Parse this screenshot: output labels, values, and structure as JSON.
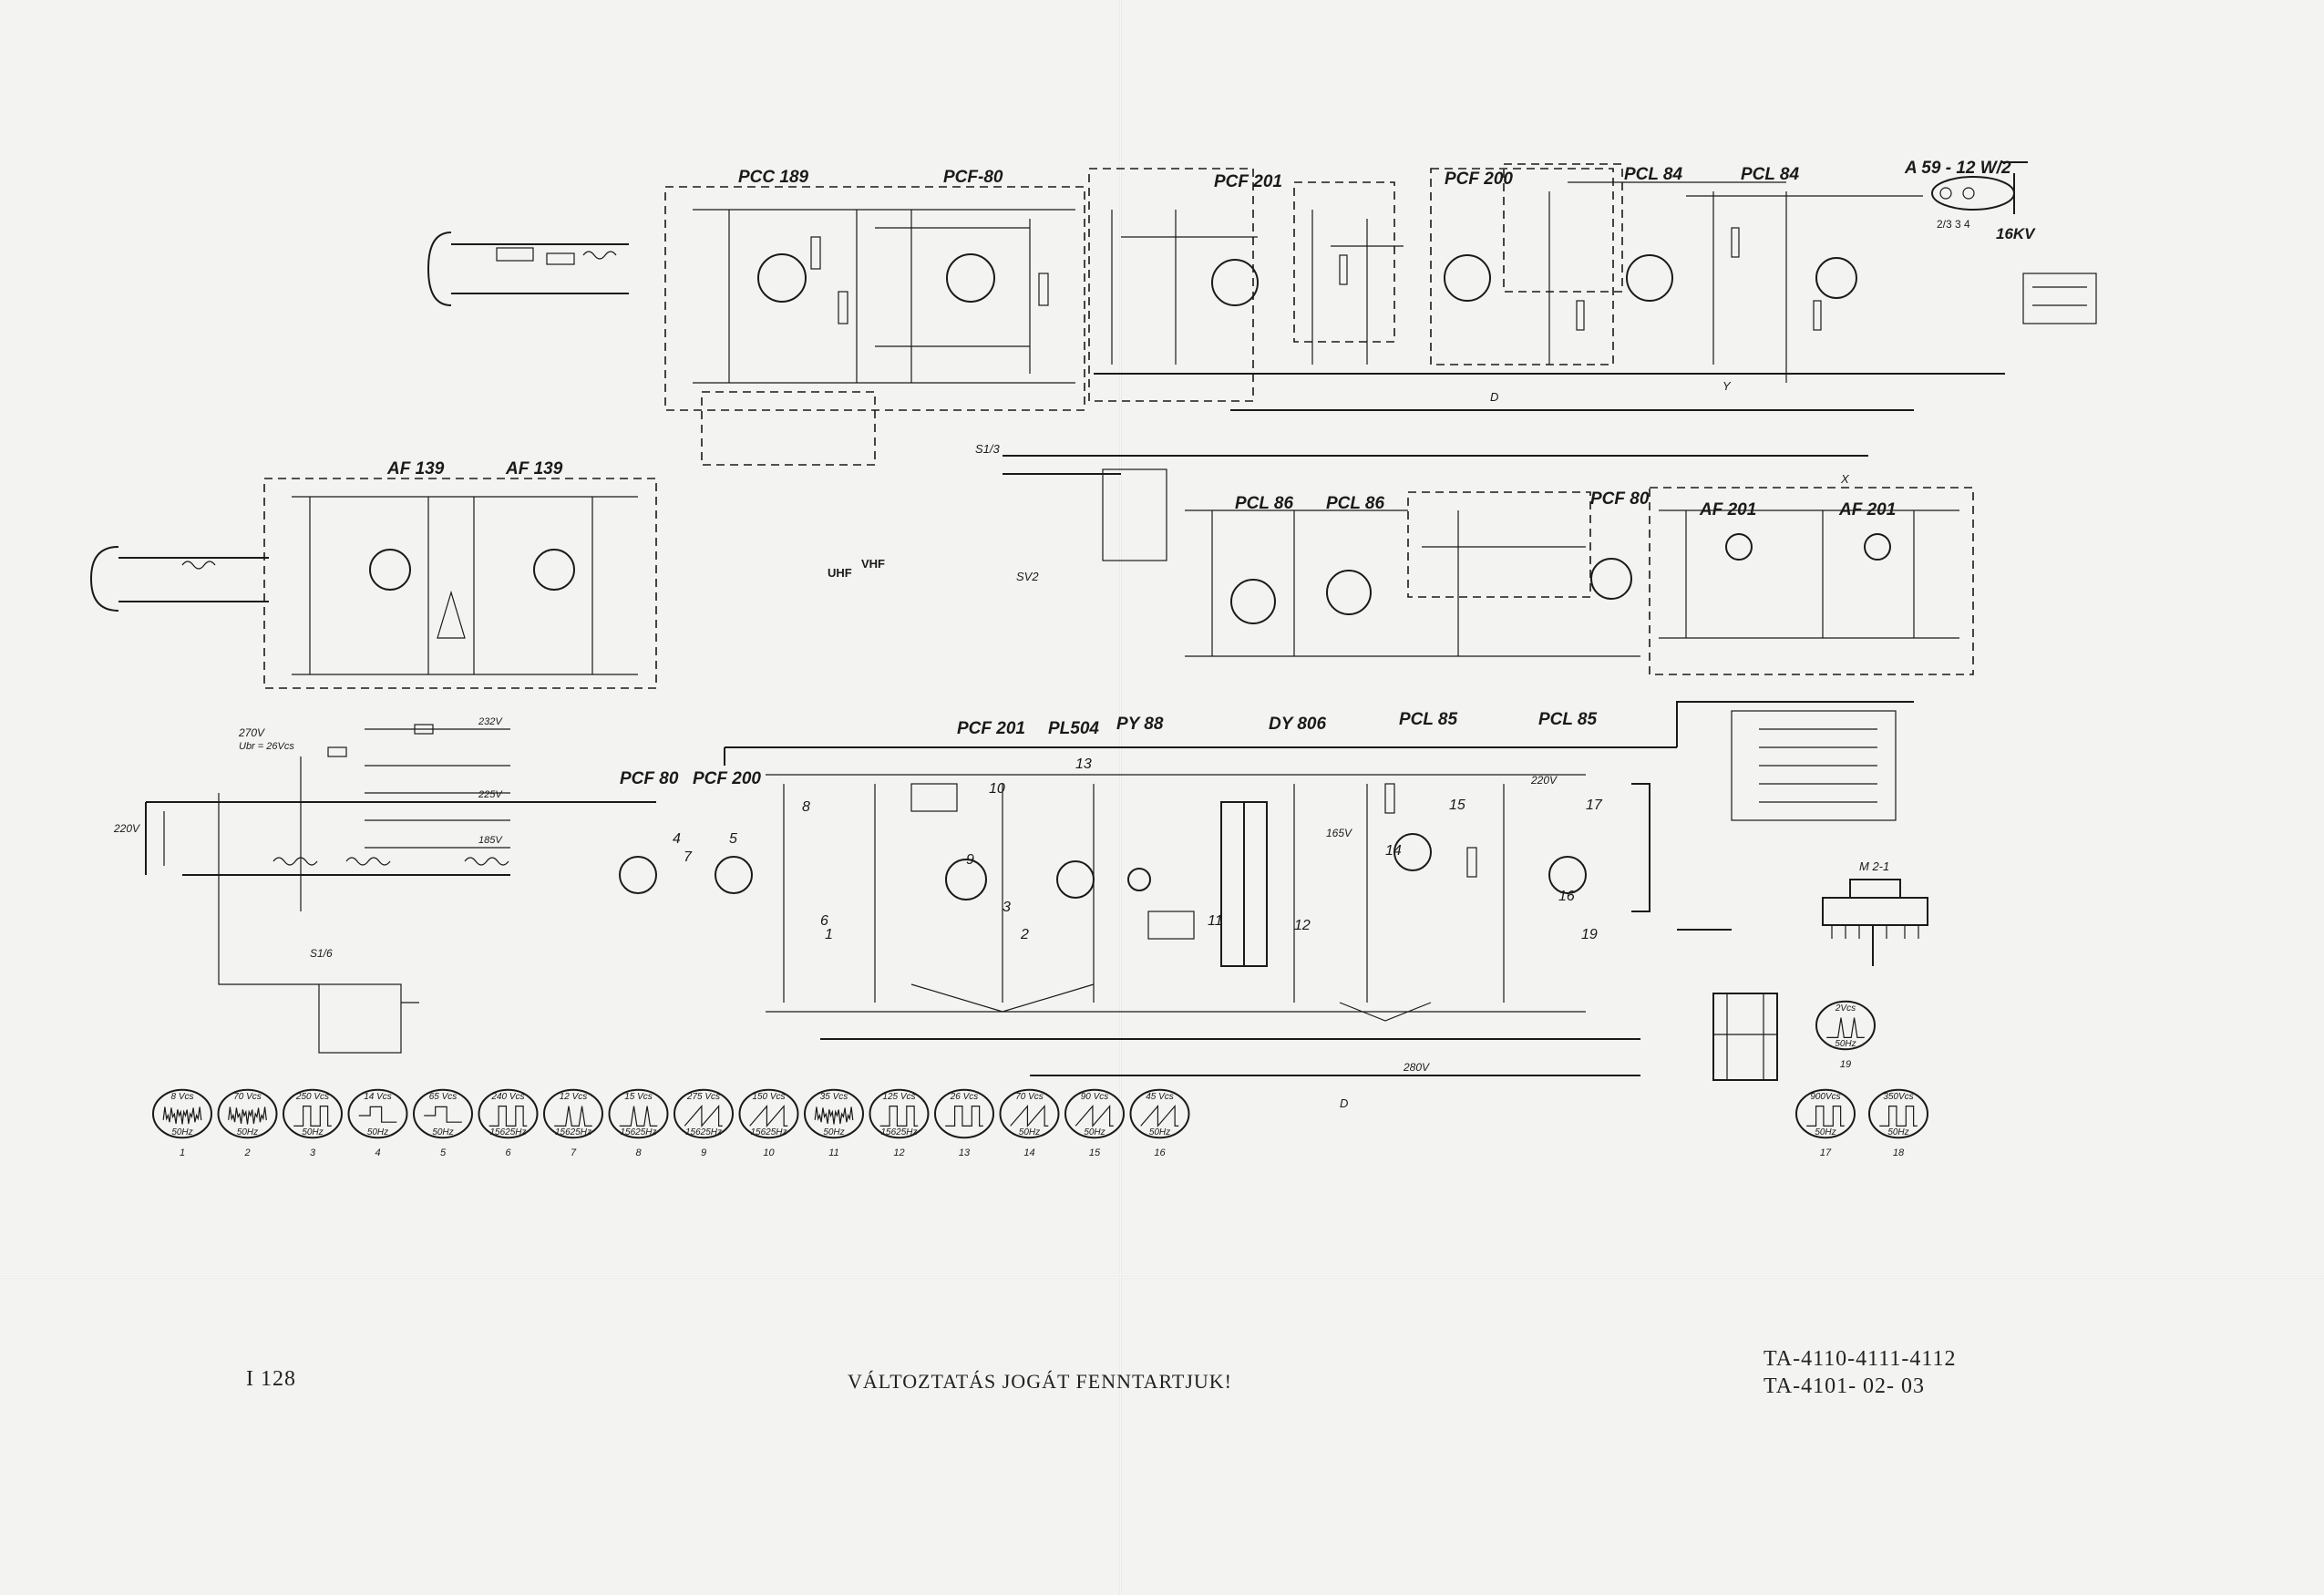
{
  "tubes": {
    "pcc189": "PCC 189",
    "pcf80_tuner": "PCF-80",
    "pcf201_if": "PCF 201",
    "pcf200_video": "PCF 200",
    "pcl84_video": "PCL 84",
    "pcl84_out": "PCL 84",
    "crt": "A 59 - 12 W/2",
    "af139_a": "AF 139",
    "af139_b": "AF 139",
    "pcl86_a": "PCL 86",
    "pcl86_b": "PCL 86",
    "pcf80_sound": "PCF 80",
    "af201_a": "AF 201",
    "af201_b": "AF 201",
    "pcf80_sync": "PCF 80",
    "pcf200_sync": "PCF 200",
    "pcf201_def": "PCF 201",
    "pl504": "PL504",
    "py88": "PY 88",
    "dy806": "DY 806",
    "pcl85_a": "PCL 85",
    "pcl85_b": "PCL 85"
  },
  "labels": {
    "hv": "16KV",
    "uhf": "UHF",
    "vhf": "VHF",
    "m21": "M 2-1",
    "crt_pins": "2/3  3  4",
    "supply_220": "220V",
    "supply_270": "270V",
    "ubr26": "Ubr = 26Vcs",
    "v232": "232V",
    "v225": "225V",
    "v185": "185V",
    "v220_right": "220V",
    "v165": "165V",
    "v280": "280V",
    "d1": "D",
    "d2": "D",
    "x": "X",
    "y": "Y",
    "sv2": "SV2",
    "s13": "S1/3",
    "s16": "S1/6"
  },
  "stage_numbers": [
    "1",
    "2",
    "3",
    "4",
    "5",
    "6",
    "7",
    "8",
    "9",
    "10",
    "11",
    "12",
    "13",
    "14",
    "15",
    "16",
    "17",
    "19"
  ],
  "waveforms": [
    {
      "n": "1",
      "amp": "8 Vcs",
      "freq": "50Hz",
      "shape": "noise"
    },
    {
      "n": "2",
      "amp": "70 Vcs",
      "freq": "50Hz",
      "shape": "noise"
    },
    {
      "n": "3",
      "amp": "250 Vcs",
      "freq": "50Hz",
      "shape": "pulse"
    },
    {
      "n": "4",
      "amp": "14 Vcs",
      "freq": "50Hz",
      "shape": "step"
    },
    {
      "n": "5",
      "amp": "65 Vcs",
      "freq": "50Hz",
      "shape": "step"
    },
    {
      "n": "6",
      "amp": "240 Vcs",
      "freq": "15625Hz",
      "shape": "pulse"
    },
    {
      "n": "7",
      "amp": "12 Vcs",
      "freq": "15625Hz",
      "shape": "spike"
    },
    {
      "n": "8",
      "amp": "15 Vcs",
      "freq": "15625Hz",
      "shape": "spike"
    },
    {
      "n": "9",
      "amp": "275 Vcs",
      "freq": "15625Hz",
      "shape": "saw"
    },
    {
      "n": "10",
      "amp": "150 Vcs",
      "freq": "15625Hz",
      "shape": "saw"
    },
    {
      "n": "11",
      "amp": "35 Vcs",
      "freq": "50Hz",
      "shape": "noise"
    },
    {
      "n": "12",
      "amp": "125 Vcs",
      "freq": "15625Hz",
      "shape": "pulse"
    },
    {
      "n": "13",
      "amp": "26 Vcs",
      "freq": "",
      "shape": "pulse"
    },
    {
      "n": "14",
      "amp": "70 Vcs",
      "freq": "50Hz",
      "shape": "saw"
    },
    {
      "n": "15",
      "amp": "90 Vcs",
      "freq": "50Hz",
      "shape": "saw"
    },
    {
      "n": "16",
      "amp": "45 Vcs",
      "freq": "50Hz",
      "shape": "saw"
    }
  ],
  "waveforms_right": [
    {
      "n": "19",
      "amp": "2Vcs",
      "freq": "50Hz",
      "shape": "spike"
    },
    {
      "n": "17",
      "amp": "900Vcs",
      "freq": "50Hz",
      "shape": "pulse"
    },
    {
      "n": "18",
      "amp": "350Vcs",
      "freq": "50Hz",
      "shape": "pulse"
    }
  ],
  "footer": {
    "page": "I 128",
    "rights": "VÁLTOZTATÁS JOGÁT FENNTARTJUK!",
    "model_line1": "TA-4110-4111-4112",
    "model_line2": "TA-4101-   02-   03"
  }
}
